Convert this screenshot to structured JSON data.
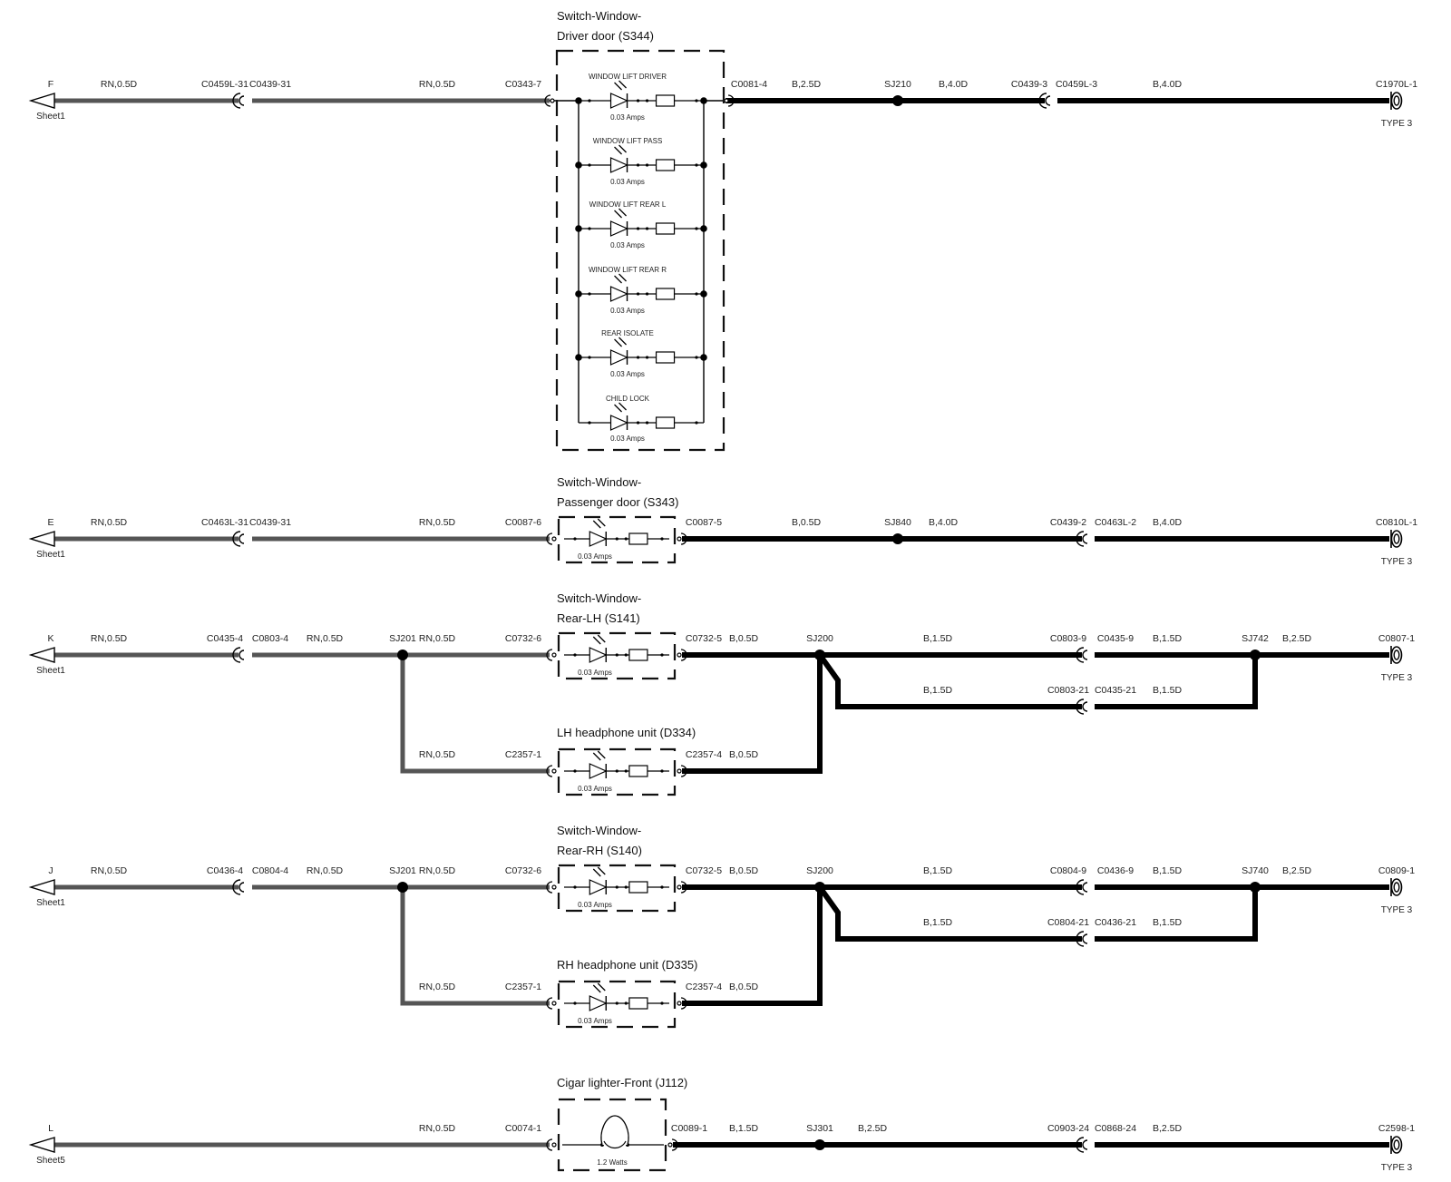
{
  "colors": {
    "power_wire": "#555555",
    "ground_wire": "#000000",
    "box": "#111111"
  },
  "sheet_refs": [
    "Sheet1",
    "Sheet1",
    "Sheet1",
    "Sheet1",
    "Sheet5"
  ],
  "ground_type": "TYPE 3",
  "rows": [
    {
      "id": "row-f",
      "letter": "F",
      "component": {
        "title": [
          "Switch-Window-",
          "Driver door (S344)"
        ]
      },
      "left_labels": [
        "RN,0.5D",
        "C0459L-31",
        "C0439-31",
        "RN,0.5D",
        "C0343-7"
      ],
      "right_labels": [
        "C0081-4",
        "B,2.5D",
        "SJ210",
        "B,4.0D",
        "C0439-3",
        "C0459L-3",
        "B,4.0D",
        "C1970L-1"
      ],
      "switches": [
        {
          "name": "WINDOW LIFT DRIVER",
          "rating": "0.03 Amps"
        },
        {
          "name": "WINDOW LIFT PASS",
          "rating": "0.03 Amps"
        },
        {
          "name": "WINDOW LIFT REAR L",
          "rating": "0.03 Amps"
        },
        {
          "name": "WINDOW LIFT REAR R",
          "rating": "0.03 Amps"
        },
        {
          "name": "REAR ISOLATE",
          "rating": "0.03 Amps"
        },
        {
          "name": "CHILD LOCK",
          "rating": "0.03 Amps"
        }
      ]
    },
    {
      "id": "row-e",
      "letter": "E",
      "component": {
        "title": [
          "Switch-Window-",
          "Passenger door (S343)"
        ],
        "rating": "0.03 Amps"
      },
      "left_labels": [
        "RN,0.5D",
        "C0463L-31",
        "C0439-31",
        "RN,0.5D",
        "C0087-6"
      ],
      "right_labels": [
        "C0087-5",
        "B,0.5D",
        "SJ840",
        "B,4.0D",
        "C0439-2",
        "C0463L-2",
        "B,4.0D",
        "C0810L-1"
      ]
    },
    {
      "id": "row-k",
      "letter": "K",
      "component": {
        "title": [
          "Switch-Window-",
          "Rear-LH (S141)"
        ],
        "rating": "0.03 Amps"
      },
      "left_labels": [
        "RN,0.5D",
        "C0435-4",
        "C0803-4",
        "RN,0.5D",
        "SJ201",
        "RN,0.5D",
        "C0732-6"
      ],
      "right_labels": [
        "C0732-5",
        "B,0.5D",
        "SJ200",
        "B,1.5D",
        "C0803-9",
        "C0435-9",
        "B,1.5D",
        "SJ742",
        "B,2.5D",
        "C0807-1"
      ],
      "loop_labels": [
        "B,1.5D",
        "C0803-21",
        "C0435-21",
        "B,1.5D"
      ],
      "headphone": {
        "title": "LH headphone unit (D334)",
        "rating": "0.03 Amps",
        "left_labels": [
          "RN,0.5D",
          "C2357-1"
        ],
        "right_labels": [
          "C2357-4",
          "B,0.5D"
        ]
      }
    },
    {
      "id": "row-j",
      "letter": "J",
      "component": {
        "title": [
          "Switch-Window-",
          "Rear-RH (S140)"
        ],
        "rating": "0.03 Amps"
      },
      "left_labels": [
        "RN,0.5D",
        "C0436-4",
        "C0804-4",
        "RN,0.5D",
        "SJ201",
        "RN,0.5D",
        "C0732-6"
      ],
      "right_labels": [
        "C0732-5",
        "B,0.5D",
        "SJ200",
        "B,1.5D",
        "C0804-9",
        "C0436-9",
        "B,1.5D",
        "SJ740",
        "B,2.5D",
        "C0809-1"
      ],
      "loop_labels": [
        "B,1.5D",
        "C0804-21",
        "C0436-21",
        "B,1.5D"
      ],
      "headphone": {
        "title": "RH headphone unit (D335)",
        "rating": "0.03 Amps",
        "left_labels": [
          "RN,0.5D",
          "C2357-1"
        ],
        "right_labels": [
          "C2357-4",
          "B,0.5D"
        ]
      }
    },
    {
      "id": "row-l",
      "letter": "L",
      "component": {
        "title": [
          "Cigar lighter-Front (J112)"
        ],
        "rating": "1.2 Watts"
      },
      "left_labels": [
        "RN,0.5D",
        "C0074-1"
      ],
      "right_labels": [
        "C0089-1",
        "B,1.5D",
        "SJ301",
        "B,2.5D",
        "C0903-24",
        "C0868-24",
        "B,2.5D",
        "C2598-1"
      ]
    }
  ]
}
